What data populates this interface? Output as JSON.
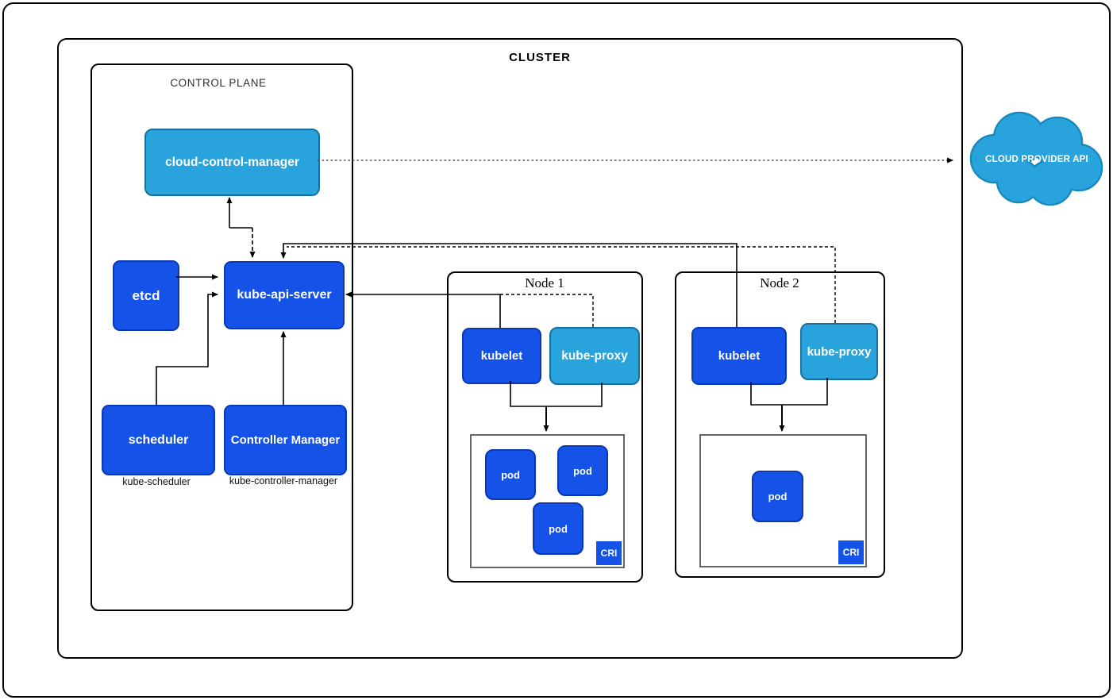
{
  "diagram": {
    "cluster_label": "CLUSTER",
    "control_plane": {
      "label": "CONTROL PLANE",
      "cloud_control_manager": "cloud-control-manager",
      "etcd": "etcd",
      "kube_api_server": "kube-api-server",
      "scheduler": "scheduler",
      "scheduler_sublabel": "kube-scheduler",
      "controller_manager": "Controller Manager",
      "controller_manager_sublabel": "kube-controller-manager"
    },
    "node1": {
      "label": "Node 1",
      "kubelet": "kubelet",
      "kube_proxy": "kube-proxy",
      "pods": [
        "pod",
        "pod",
        "pod"
      ],
      "cri_label": "CRI"
    },
    "node2": {
      "label": "Node 2",
      "kubelet": "kubelet",
      "kube_proxy": "kube-proxy",
      "pods": [
        "pod"
      ],
      "cri_label": "CRI"
    },
    "cloud_provider": {
      "label": "CLOUD PROVIDER API"
    }
  },
  "colors": {
    "component_dark_blue_fill": "#1552e8",
    "component_dark_blue_border": "#0b38b0",
    "component_light_blue_fill": "#29a3dc",
    "component_light_blue_border": "#1b6e9e",
    "cloud_fill": "#29a3dc",
    "cloud_border": "#1887bd",
    "line_color": "#000000",
    "dotted_cloud_line_color": "#595959",
    "cri_border_color": "#666666",
    "background": "#ffffff"
  }
}
